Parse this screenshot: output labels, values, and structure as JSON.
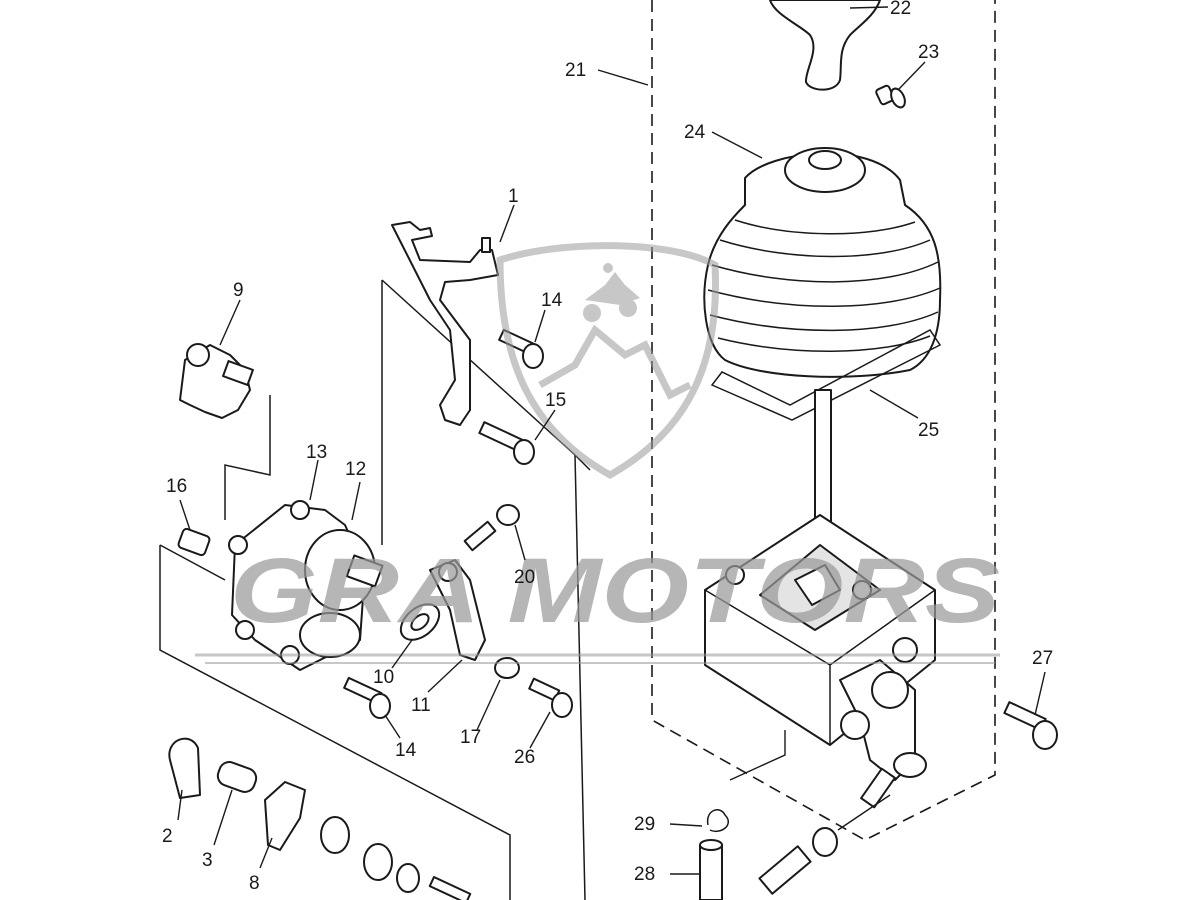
{
  "diagram": {
    "watermark": {
      "brand_text": "GRA MOTORS",
      "colors": {
        "watermark_gray": "#9a9a9a",
        "line": "#1a1a1a",
        "background": "#ffffff"
      }
    },
    "labels": {
      "p1": "1",
      "p2": "2",
      "p3": "3",
      "p8": "8",
      "p9": "9",
      "p10": "10",
      "p11": "11",
      "p12": "12",
      "p13": "13",
      "p14a": "14",
      "p14b": "14",
      "p15": "15",
      "p16": "16",
      "p17": "17",
      "p20": "20",
      "p21": "21",
      "p22": "22",
      "p23": "23",
      "p24": "24",
      "p25": "25",
      "p26": "26",
      "p27": "27",
      "p28": "28",
      "p29": "29"
    }
  }
}
